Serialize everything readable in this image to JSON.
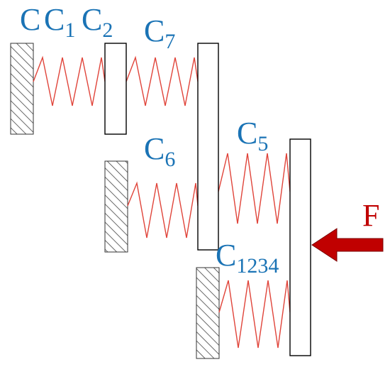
{
  "labels": {
    "c": {
      "main": "C",
      "sub": ""
    },
    "c1": {
      "main": "C",
      "sub": "1"
    },
    "c2": {
      "main": "C",
      "sub": "2"
    },
    "c7": {
      "main": "C",
      "sub": "7"
    },
    "c6": {
      "main": "C",
      "sub": "6"
    },
    "c5": {
      "main": "C",
      "sub": "5"
    },
    "c1234": {
      "main": "C",
      "sub": "1234"
    },
    "force": "F"
  },
  "colors": {
    "label": "#1a73b5",
    "spring": "#e0443a",
    "force": "#c00000",
    "outline": "#000000",
    "hatch": "#444444"
  },
  "icons": {
    "force_arrow": "left-arrow-icon",
    "ground": "hatched-ground-icon"
  }
}
